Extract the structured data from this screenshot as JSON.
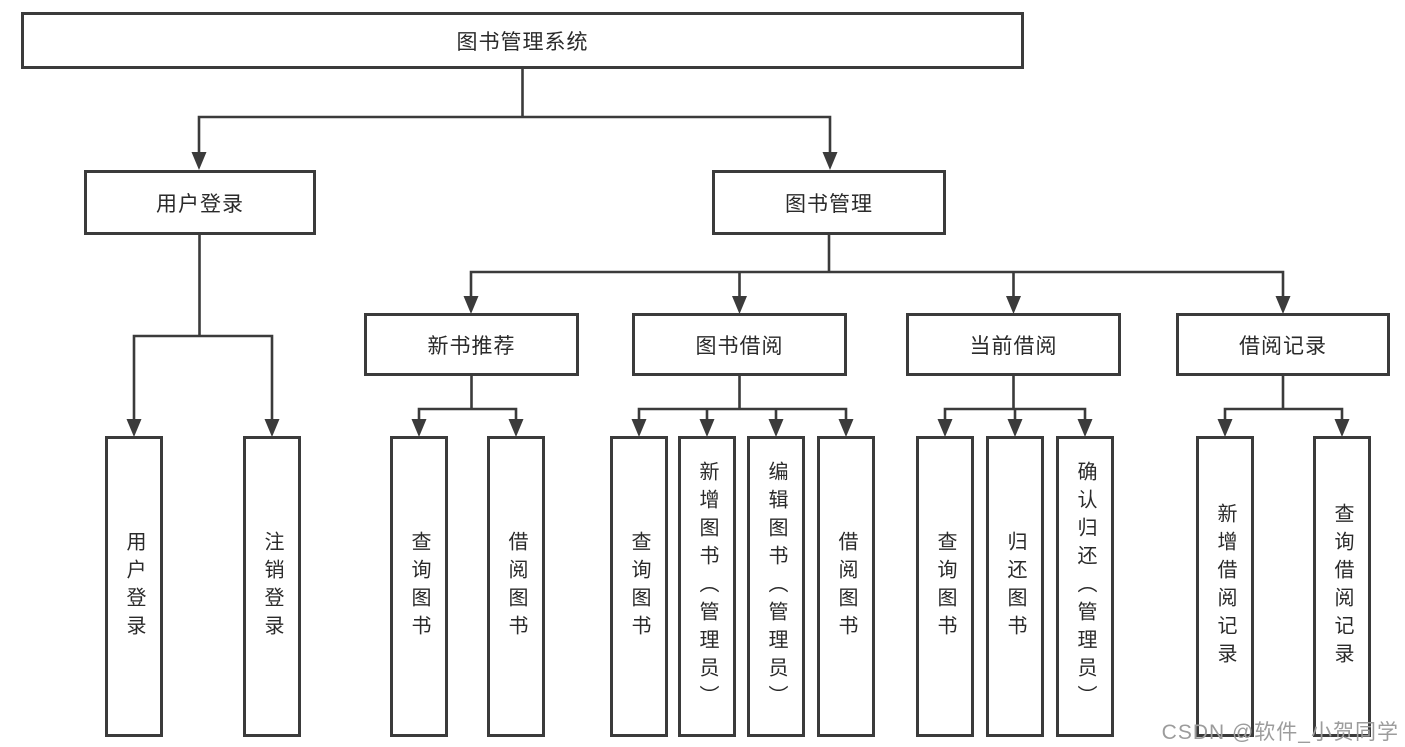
{
  "tree": {
    "label": "图书管理系统",
    "children": [
      {
        "label": "用户登录",
        "children": [
          {
            "label": "用户登录"
          },
          {
            "label": "注销登录"
          }
        ]
      },
      {
        "label": "图书管理",
        "children": [
          {
            "label": "新书推荐",
            "children": [
              {
                "label": "查询图书"
              },
              {
                "label": "借阅图书"
              }
            ]
          },
          {
            "label": "图书借阅",
            "children": [
              {
                "label": "查询图书"
              },
              {
                "label": "新增图书（管理员）"
              },
              {
                "label": "编辑图书（管理员）"
              },
              {
                "label": "借阅图书"
              }
            ]
          },
          {
            "label": "当前借阅",
            "children": [
              {
                "label": "查询图书"
              },
              {
                "label": "归还图书"
              },
              {
                "label": "确认归还（管理员）"
              }
            ]
          },
          {
            "label": "借阅记录",
            "children": [
              {
                "label": "新增借阅记录"
              },
              {
                "label": "查询借阅记录"
              }
            ]
          }
        ]
      }
    ]
  },
  "watermark": {
    "text": "CSDN @软件_小贺同学"
  },
  "colors": {
    "line": "#3b3b3b",
    "text": "#2a2a2a",
    "watermark": "#9c9c9c",
    "background": "#ffffff"
  }
}
